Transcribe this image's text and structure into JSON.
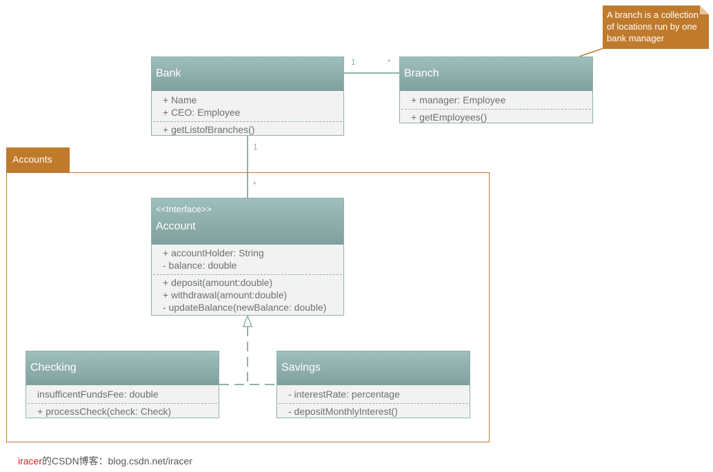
{
  "package": {
    "name": "Accounts"
  },
  "note": {
    "text": "A branch is a collection of locations run by one bank manager"
  },
  "classes": {
    "bank": {
      "name": "Bank",
      "attributes": [
        "+ Name",
        "+ CEO: Employee"
      ],
      "operations": [
        "+ getListofBranches()"
      ]
    },
    "branch": {
      "name": "Branch",
      "attributes": [
        "+ manager: Employee"
      ],
      "operations": [
        "+ getEmployees()"
      ]
    },
    "account": {
      "stereotype": "<<Interface>>",
      "name": "Account",
      "attributes": [
        "+ accountHolder: String",
        "- balance: double"
      ],
      "operations": [
        "+ deposit(amount:double)",
        "+ withdrawal(amount:double)",
        "- updateBalance(newBalance: double)"
      ]
    },
    "checking": {
      "name": "Checking",
      "attributes": [
        "insufficentFundsFee: double"
      ],
      "operations": [
        "+ processCheck(check: Check)"
      ]
    },
    "savings": {
      "name": "Savings",
      "attributes": [
        "- interestRate: percentage"
      ],
      "operations": [
        "- depositMonthlyInterest()"
      ]
    }
  },
  "associations": {
    "bank_branch": {
      "source_mult": "1",
      "target_mult": "*"
    },
    "bank_account": {
      "source_mult": "1",
      "target_mult": "*"
    }
  },
  "colors": {
    "header": "#8fb0ad",
    "package": "#c07a2c",
    "note": "#c07a2c",
    "line": "#8fb0ad"
  },
  "watermark": {
    "author": "iracer",
    "rest": "的CSDN博客：blog.csdn.net/iracer"
  }
}
